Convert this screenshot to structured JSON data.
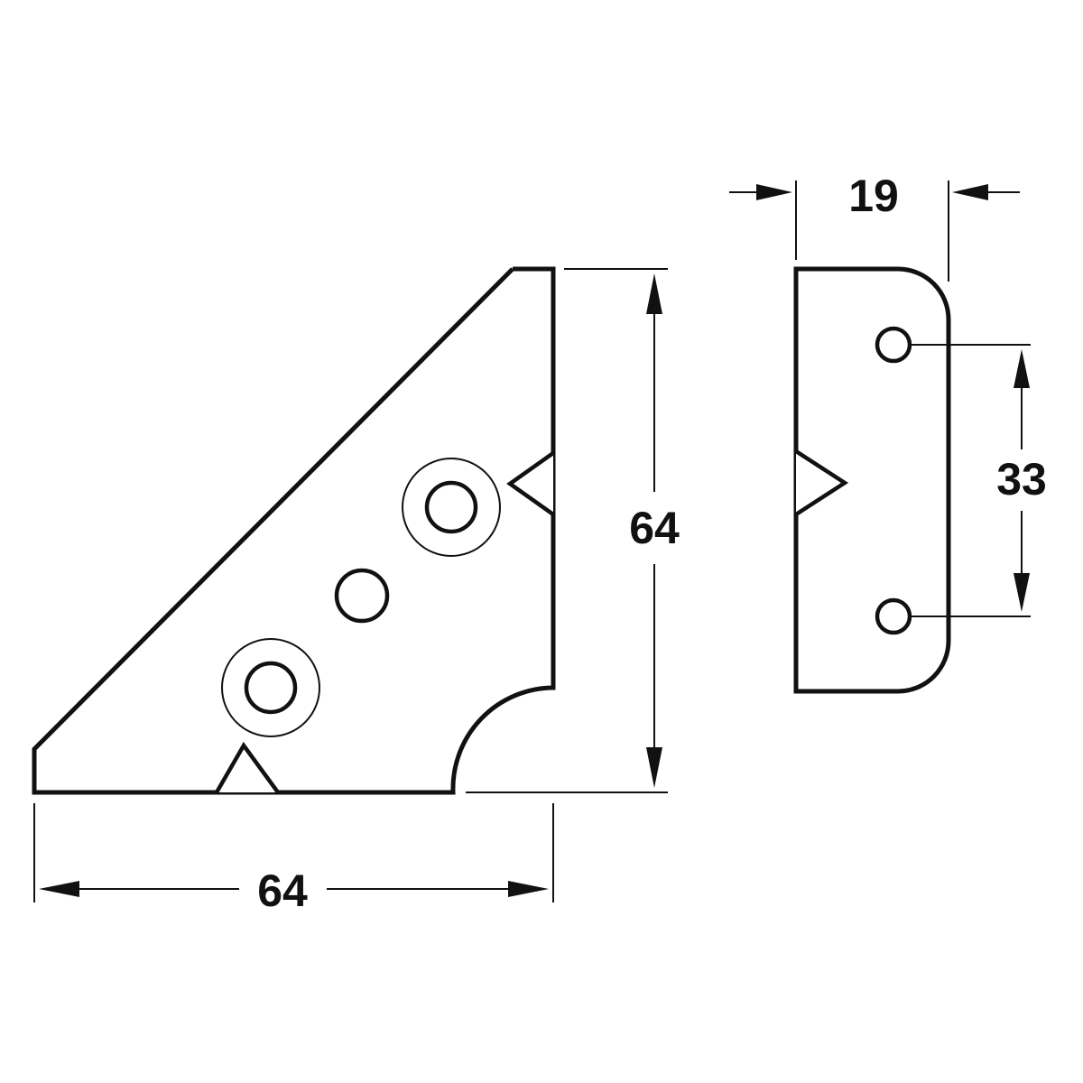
{
  "dimensions": {
    "bracket_width": "64",
    "bracket_height": "64",
    "plate_width": "19",
    "hole_spacing": "33"
  }
}
